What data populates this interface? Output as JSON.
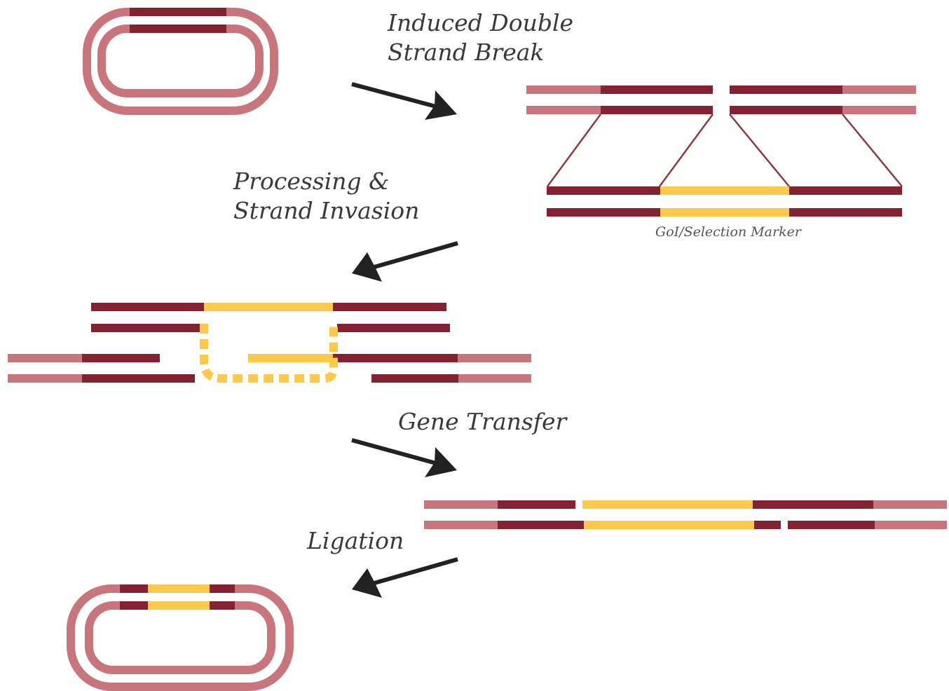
{
  "steps": {
    "induced_break": {
      "line1": "Induced Double",
      "line2": "Strand Break"
    },
    "processing": {
      "line1": "Processing &",
      "line2": "Strand Invasion"
    },
    "gene_transfer": {
      "label": "Gene Transfer"
    },
    "ligation": {
      "label": "Ligation"
    }
  },
  "donor": {
    "insert_label": "GoI/Selection Marker"
  },
  "colors": {
    "chromosome_light": "#c8757b",
    "homology_arm": "#842231",
    "insert": "#fcc94d",
    "arrow": "#222222",
    "connector": "#8a3a44"
  }
}
